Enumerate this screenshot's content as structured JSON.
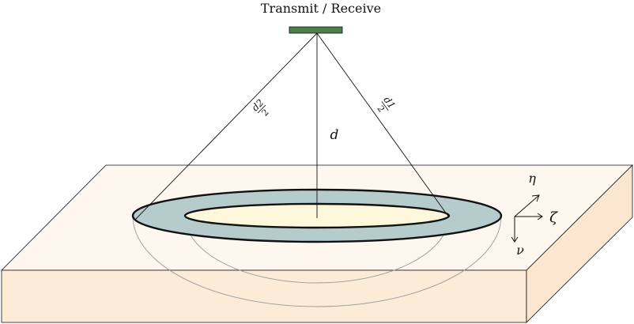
{
  "title": "Transmit / Receive",
  "labels": {
    "depth": "d",
    "left_ray_num": "d2",
    "left_ray_den": "2",
    "right_ray_num": "d1",
    "right_ray_den": "2"
  },
  "axes": {
    "eta": "η",
    "zeta": "ζ",
    "nu": "ν"
  },
  "colors": {
    "transducer": "#4e7f4b",
    "slab_top": "#fdf7f0",
    "slab_front": "#fcebd7",
    "slab_side": "#fbe6cf",
    "annulus": "#b6cbcb",
    "inner_disk": "#fdf8dc",
    "stroke": "#111111"
  }
}
